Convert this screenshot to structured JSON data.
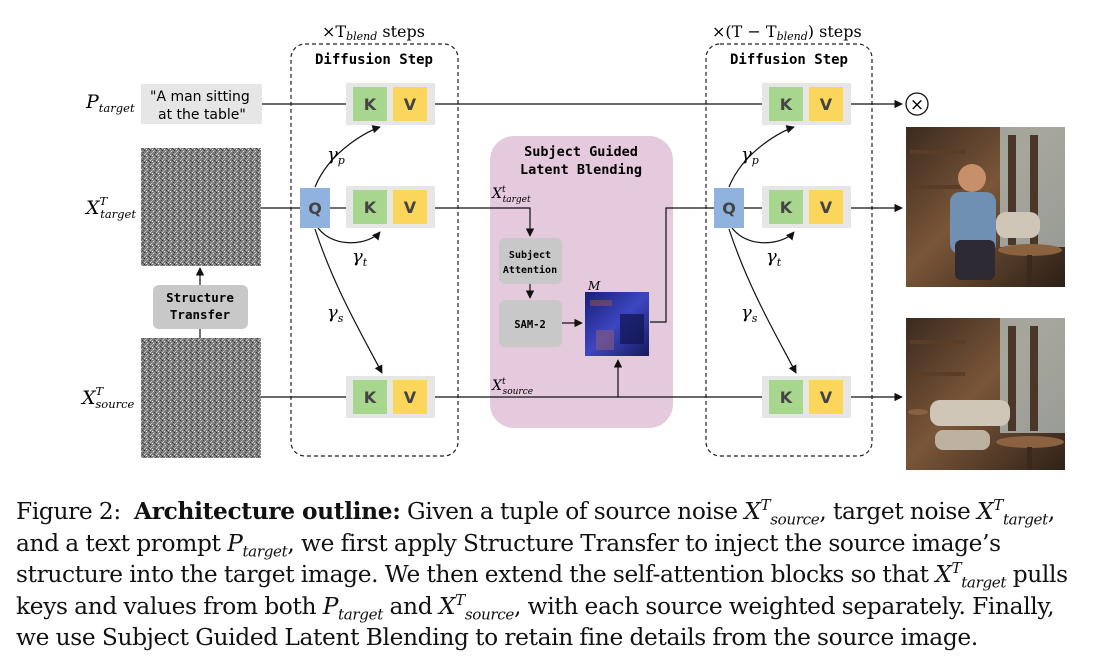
{
  "figure": {
    "top_label_left": "×T",
    "top_label_left_sub": "blend",
    "top_label_left_suffix": " steps",
    "top_label_right_prefix": "×(T − T",
    "top_label_right_sub": "blend",
    "top_label_right_suffix": ") steps",
    "diffusion_step_left": "Diffusion Step",
    "diffusion_step_right": "Diffusion Step",
    "prompt_line1": "\"A man sitting",
    "prompt_line2": "at the table\"",
    "row_label_ptarget": "P",
    "row_label_ptarget_sub": "target",
    "row_label_xtarget": "X",
    "row_label_xtarget_sup": "T",
    "row_label_xtarget_sub": "target",
    "row_label_xsource": "X",
    "row_label_xsource_sup": "T",
    "row_label_xsource_sub": "source",
    "structure_transfer_line1": "Structure",
    "structure_transfer_line2": "Transfer",
    "blending_title_line1": "Subject Guided",
    "blending_title_line2": "Latent Blending",
    "subject_attention_line1": "Subject",
    "subject_attention_line2": "Attention",
    "sam2": "SAM-2",
    "mask_label": "M",
    "x_t_target": "X",
    "x_t_target_sup": "t",
    "x_t_target_sub": "target",
    "x_t_source": "X",
    "x_t_source_sup": "t",
    "x_t_source_sub": "source",
    "key": "K",
    "value": "V",
    "query": "Q",
    "gamma": "γ",
    "gamma_p_sub": "p",
    "gamma_t_sub": "t",
    "gamma_s_sub": "s",
    "cross_symbol": "×",
    "colors": {
      "key_green": "#a7d68f",
      "value_yellow": "#fcd65b",
      "query_blue": "#8fb3de",
      "kv_bg": "#e6e6e6",
      "blend_pink": "#e5c9dc",
      "gray_box": "#c8c8c8"
    }
  },
  "caption": {
    "figure_num": "Figure 2:",
    "title": "Architecture outline:",
    "t1": " Given a tuple of source noise ",
    "t2": ", target noise ",
    "t3": ", and a text prompt ",
    "t4": ", we first apply Structure Transfer to inject the source image’s structure into the target image.  We then extend the self-attention blocks so that ",
    "t5": " pulls keys and values from both ",
    "t6": " and ",
    "t7": ", with each source weighted separately.  Finally, we use Subject Guided Latent Blending to retain fine details from the source image.",
    "var_X": "X",
    "var_P": "P",
    "sup_T": "T",
    "sub_source": "source",
    "sub_target": "target"
  }
}
